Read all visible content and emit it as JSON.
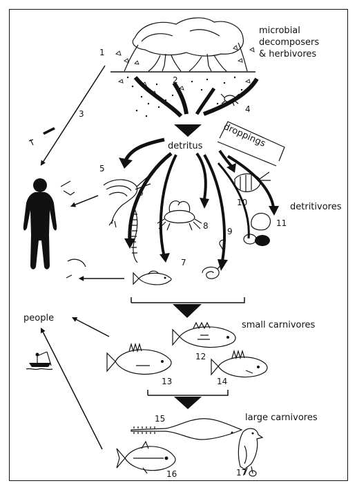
{
  "labels": {
    "microbial_line1": "microbial",
    "microbial_line2": "decomposers",
    "microbial_line3": "& herbivores",
    "detritus": "detritus",
    "droppings": "droppings",
    "detritivores": "detritivores",
    "people": "people",
    "small_carnivores": "small carnivores",
    "large_carnivores": "large carnivores"
  },
  "numbers": [
    "1",
    "2",
    "3",
    "4",
    "5",
    "6",
    "7",
    "8",
    "9",
    "10",
    "11",
    "12",
    "13",
    "14",
    "15",
    "16",
    "17"
  ],
  "icons": {
    "mangrove": "mangrove-tree-icon",
    "crab": "crab-icon",
    "shrimp": "shrimp-icon",
    "worm": "worm-icon",
    "fish": "fish-icon",
    "clam": "clam-icon",
    "person": "person-silhouette-icon",
    "boat": "boat-icon",
    "sawfish": "sawfish-icon",
    "bird": "bird-icon"
  }
}
